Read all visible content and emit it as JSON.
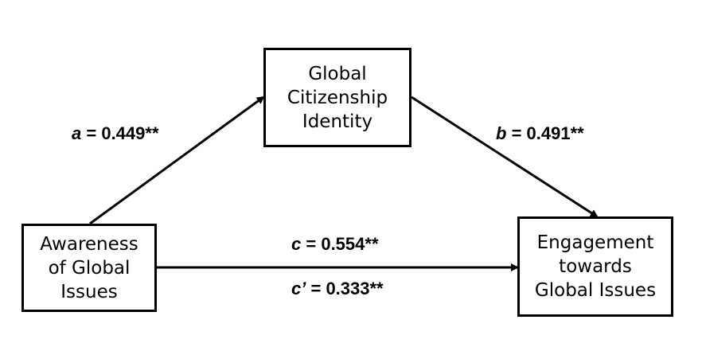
{
  "nodes": {
    "mediator": {
      "lines": [
        "Global",
        "Citizenship",
        "Identity"
      ]
    },
    "predictor": {
      "lines": [
        "Awareness",
        "of Global",
        "Issues"
      ]
    },
    "outcome": {
      "lines": [
        "Engagement",
        "towards",
        "Global Issues"
      ]
    }
  },
  "paths": {
    "a": {
      "symbol": "a",
      "equals": " = ",
      "value": "0.449",
      "sig": "**"
    },
    "b": {
      "symbol": "b",
      "equals": " = ",
      "value": "0.491",
      "sig": "**"
    },
    "c": {
      "symbol": "c",
      "equals": " = ",
      "value": "0.554",
      "sig": "**"
    },
    "c_prime": {
      "symbol": "c’",
      "equals": " = ",
      "value": "0.333",
      "sig": "**"
    }
  }
}
